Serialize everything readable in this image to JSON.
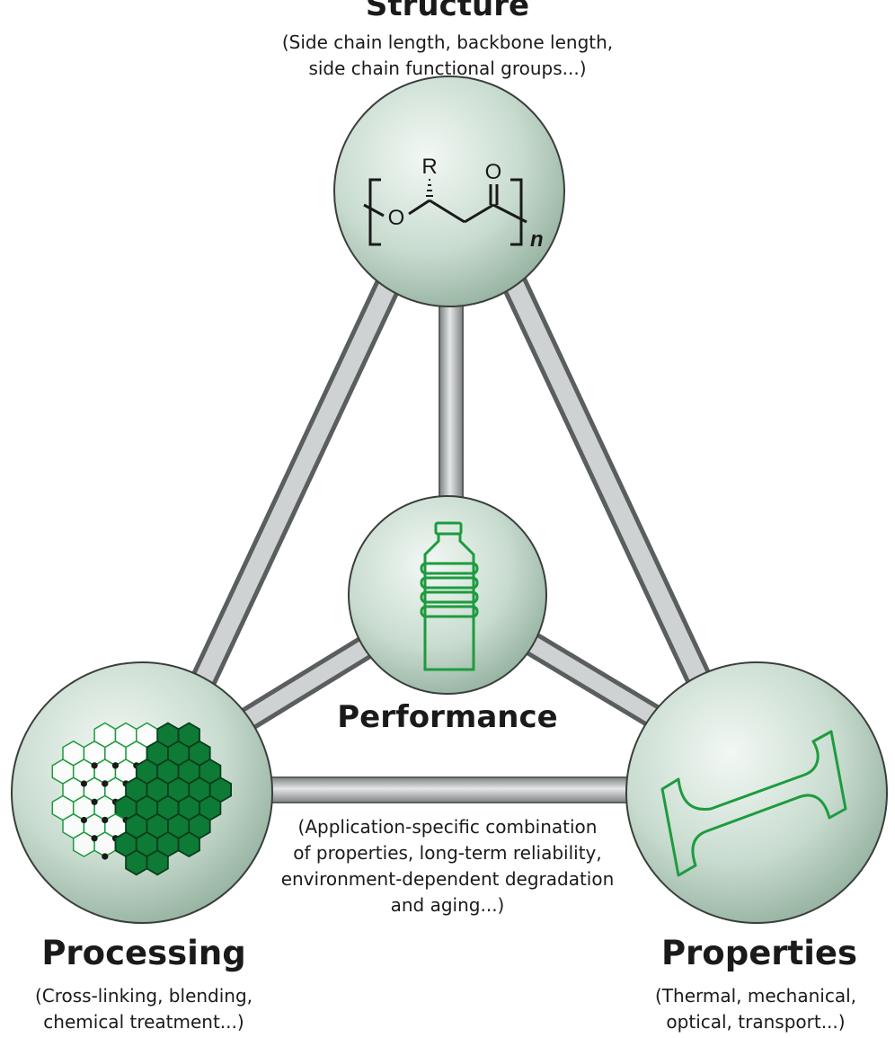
{
  "structure": {
    "title": "Structure",
    "description": [
      "(Side chain length, backbone length,",
      "side chain functional groups...)"
    ],
    "molecule_labels": {
      "r_group": "R",
      "oxygen_ester": "O",
      "oxygen_carbonyl": "O",
      "repeat": "n"
    }
  },
  "performance": {
    "title": "Performance",
    "description": [
      "(Application-specific combination",
      "of properties, long-term reliability,",
      "environment-dependent degradation",
      "and aging...)"
    ],
    "icon": "bottle-icon"
  },
  "processing": {
    "title": "Processing",
    "description": [
      "(Cross-linking, blending,",
      "chemical treatment...)"
    ],
    "icon": "hexagon-network-icon"
  },
  "properties": {
    "title": "Properties",
    "description": [
      "(Thermal, mechanical,",
      "optical, transport...)"
    ],
    "icon": "dogbone-specimen-icon"
  },
  "colors": {
    "accent_green": "#1e9b3e",
    "dark_green": "#0d7a35",
    "rod_gray": "#b9bcbd",
    "sphere_light": "#e6f0ea",
    "sphere_dark": "#93ae9d"
  }
}
